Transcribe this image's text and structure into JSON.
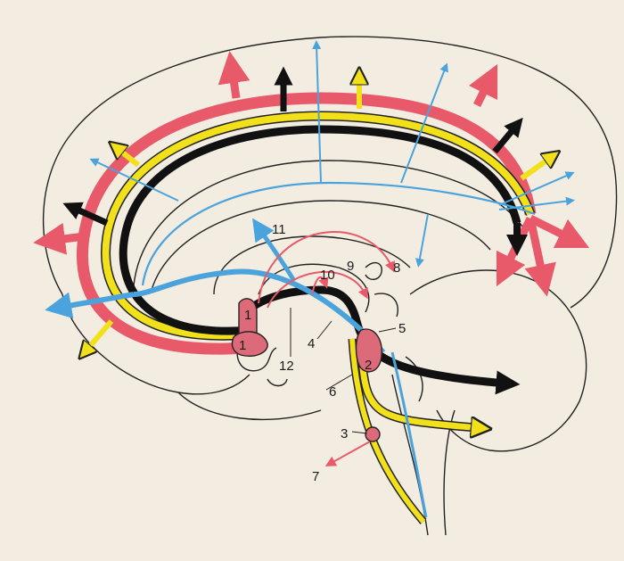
{
  "diagram": {
    "labels": [
      "1",
      "1",
      "2",
      "3",
      "4",
      "5",
      "6",
      "7",
      "8",
      "9",
      "10",
      "11",
      "12"
    ],
    "pathway_colors": {
      "red": "#e85a6a",
      "yellow": "#f2e01a",
      "black": "#111111",
      "blue": "#4aa3dc"
    },
    "nucleus_color": "#dc6a78",
    "outline_color": "#222222",
    "background": "#f2ede0"
  }
}
